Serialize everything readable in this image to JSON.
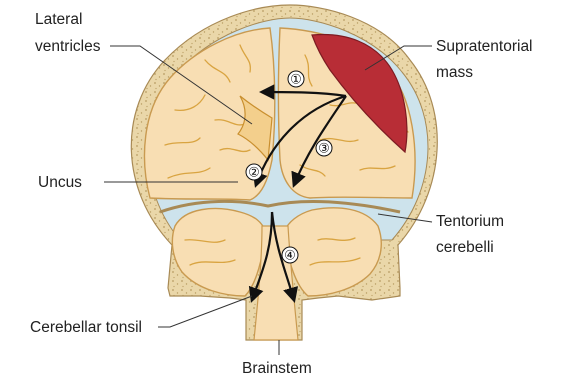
{
  "labels": {
    "lateral_ventricles_line1": "Lateral",
    "lateral_ventricles_line2": "ventricles",
    "supratentorial_mass_line1": "Supratentorial",
    "supratentorial_mass_line2": "mass",
    "uncus": "Uncus",
    "tentorium_line1": "Tentorium",
    "tentorium_line2": "cerebelli",
    "cerebellar_tonsil": "Cerebellar tonsil",
    "brainstem": "Brainstem"
  },
  "herniation_markers": [
    "①",
    "②",
    "③",
    "④"
  ],
  "colors": {
    "skull": "#ead7a9",
    "skull_stipple": "#b89c62",
    "brain": "#f8deb3",
    "sulcus": "#d9a441",
    "mass": "#b82d36",
    "csf": "#cde3ec",
    "arrow": "#111111"
  }
}
